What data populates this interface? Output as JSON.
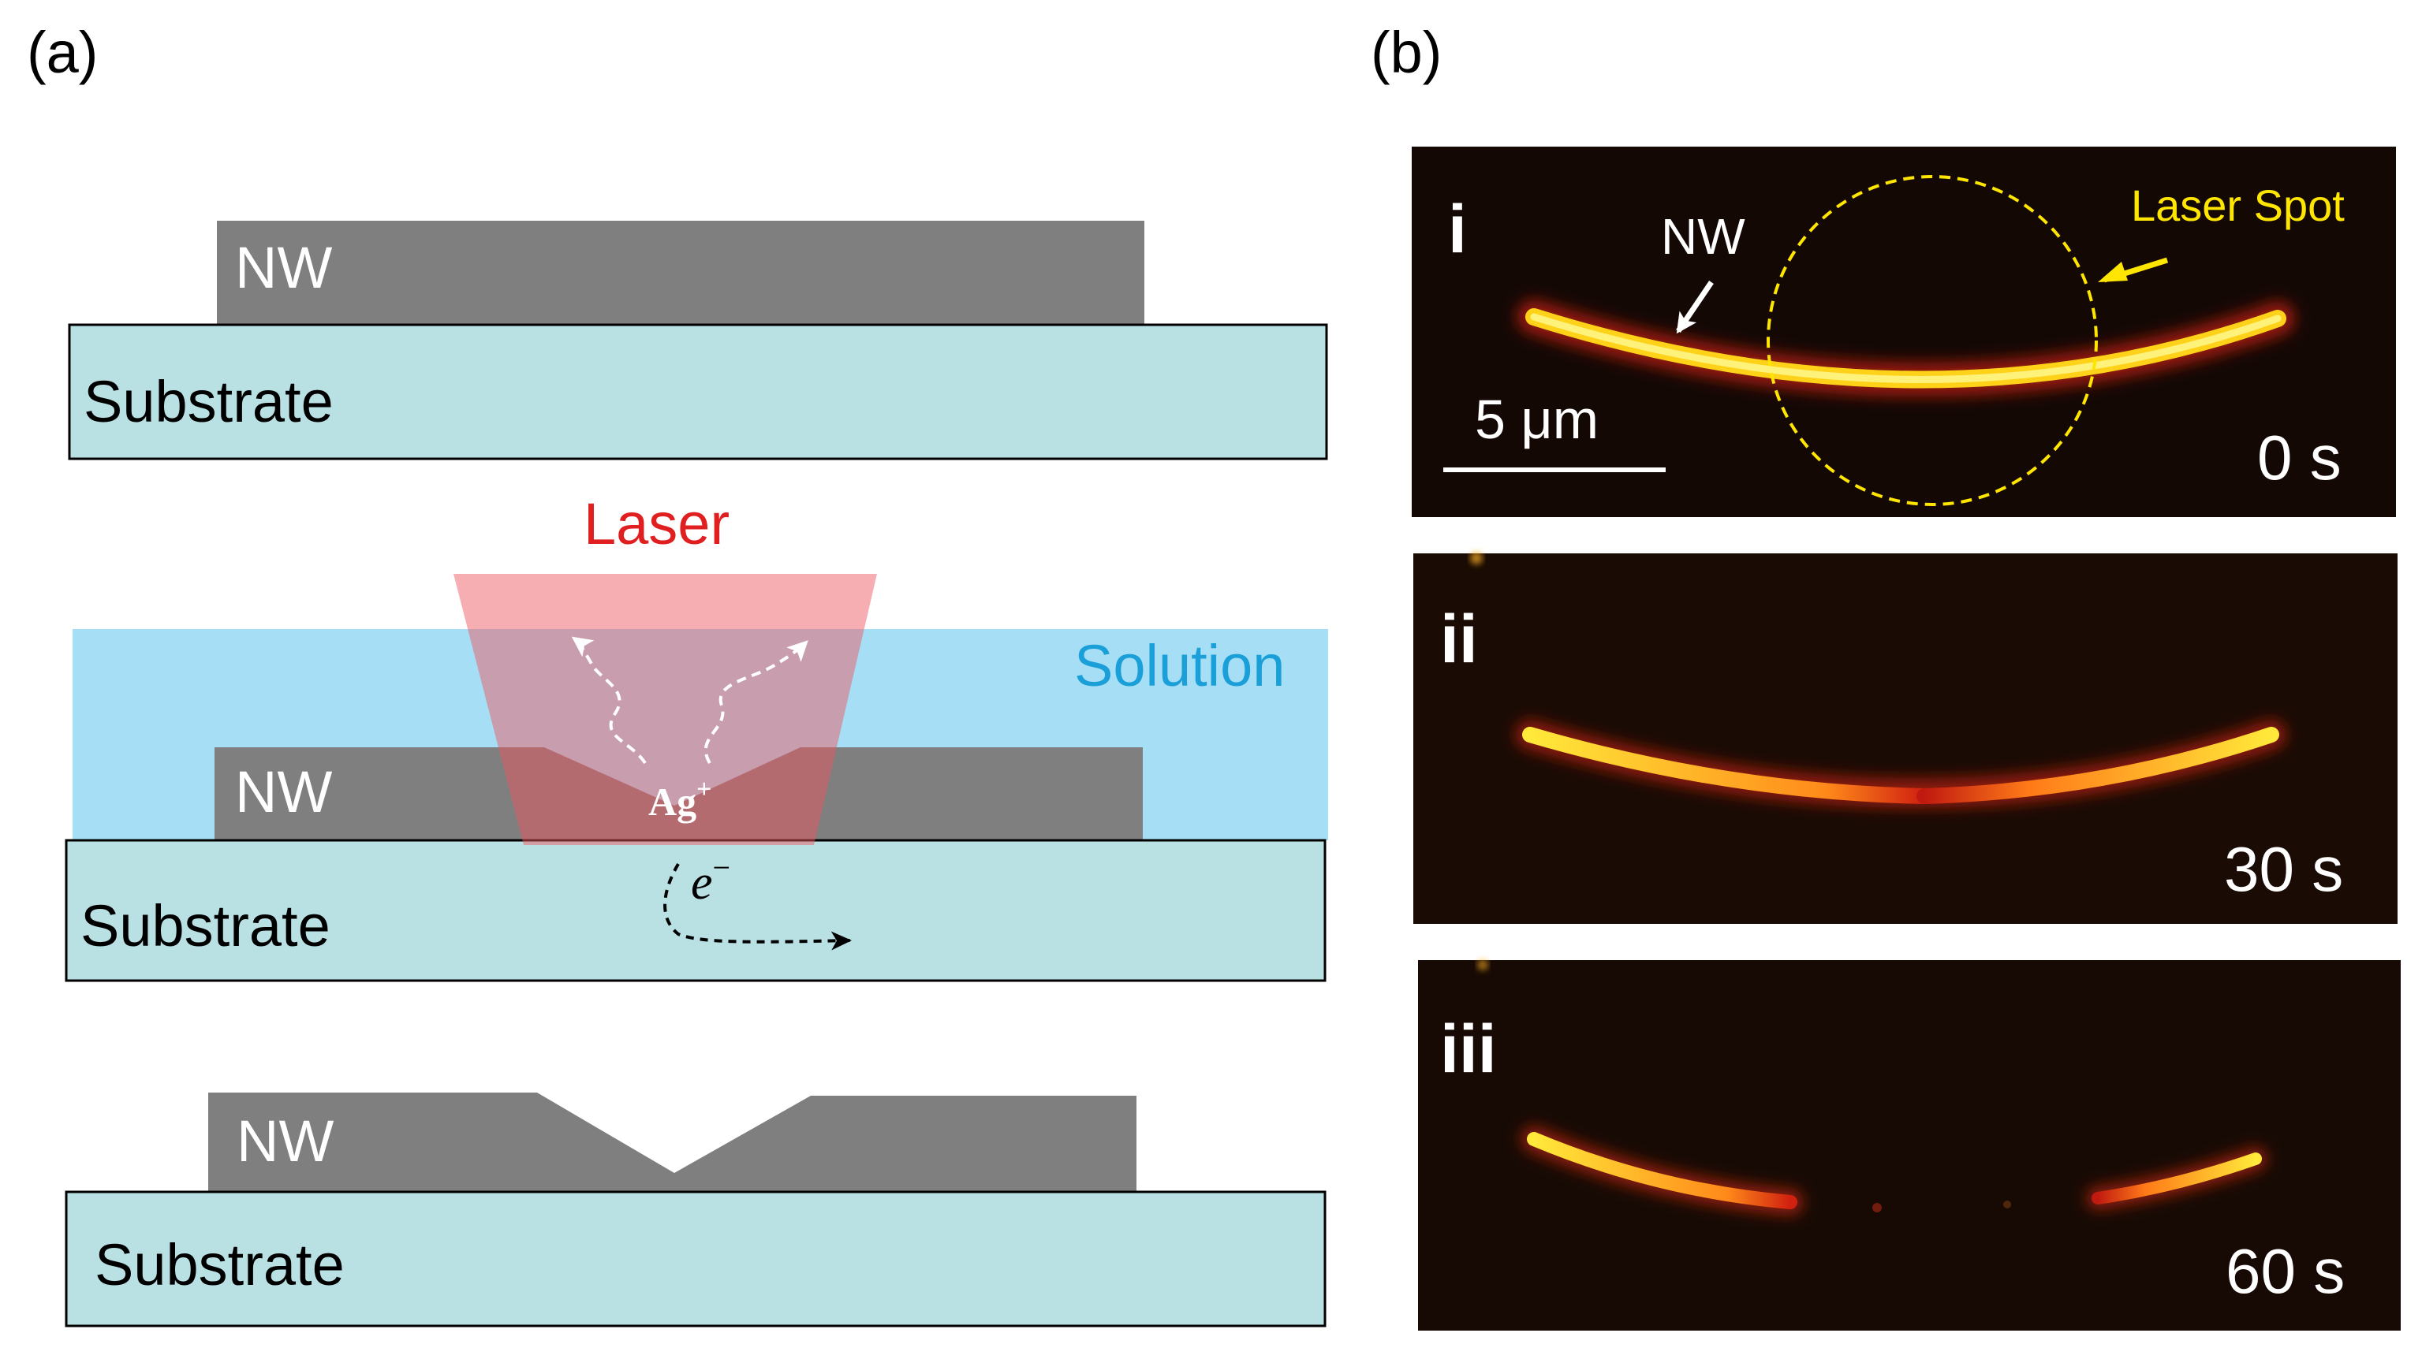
{
  "panel_a": {
    "label": "(a)",
    "step1": {
      "nw": "NW",
      "substrate": "Substrate"
    },
    "step2": {
      "laser": "Laser",
      "solution": "Solution",
      "nw": "NW",
      "substrate": "Substrate",
      "ion": "Ag",
      "ion_charge": "+",
      "electron": "e",
      "electron_charge": "−"
    },
    "step3": {
      "nw": "NW",
      "substrate": "Substrate"
    }
  },
  "panel_b": {
    "label": "(b)",
    "frames": [
      {
        "index": "i",
        "time": "0 s",
        "nw_label": "NW",
        "laser_label": "Laser Spot",
        "scale_bar": "5 μm"
      },
      {
        "index": "ii",
        "time": "30 s"
      },
      {
        "index": "iii",
        "time": "60 s"
      }
    ]
  },
  "colors": {
    "nw_gray": "#7f7f7f",
    "substrate": "#b9e0e3",
    "solution": "#a6dff5",
    "laser": "#f07a83",
    "laser_text": "#e02020",
    "solution_text": "#1b9fd8",
    "laser_spot_text": "#ffe600",
    "micrograph_bg": "#140a05"
  }
}
